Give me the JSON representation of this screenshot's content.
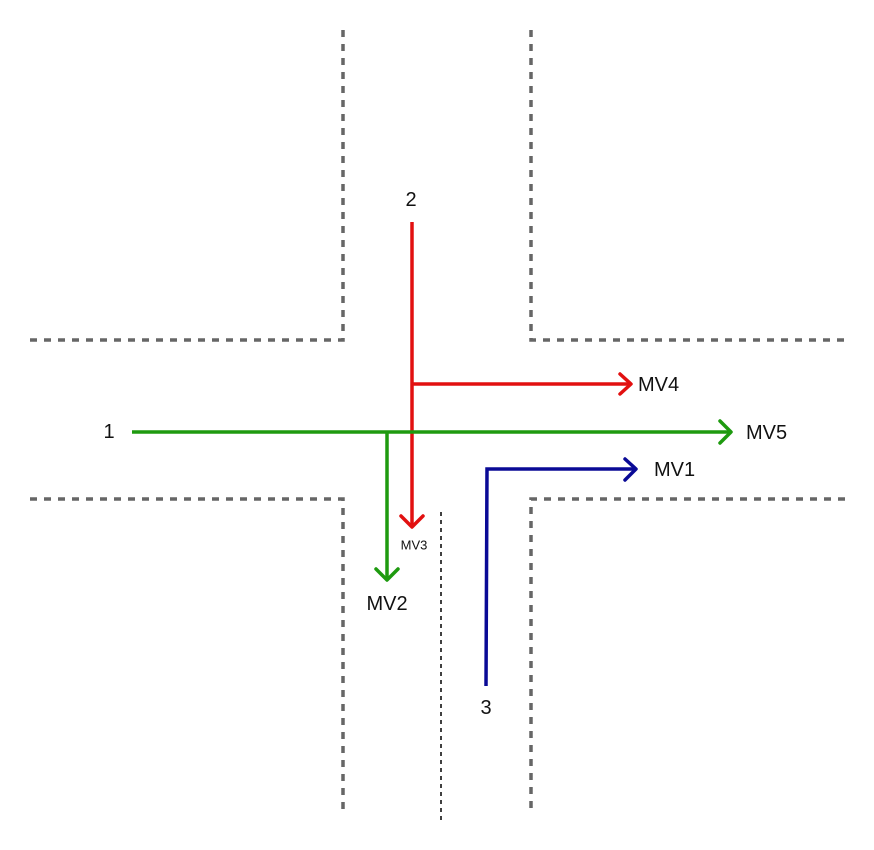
{
  "diagram": {
    "approaches": [
      {
        "id": "approach-1",
        "label": "1"
      },
      {
        "id": "approach-2",
        "label": "2"
      },
      {
        "id": "approach-3",
        "label": "3"
      }
    ],
    "movements": [
      {
        "id": "mv1",
        "label": "MV1",
        "approach": "3",
        "color": "#0a0a96"
      },
      {
        "id": "mv2",
        "label": "MV2",
        "approach": "1",
        "color": "#1e9a0f"
      },
      {
        "id": "mv3",
        "label": "MV3",
        "approach": "2",
        "color": "#e21010"
      },
      {
        "id": "mv4",
        "label": "MV4",
        "approach": "2",
        "color": "#e21010"
      },
      {
        "id": "mv5",
        "label": "MV5",
        "approach": "1",
        "color": "#1e9a0f"
      }
    ],
    "colors": {
      "road_edge": "#666666",
      "median": "#111111",
      "text": "#111111"
    }
  }
}
